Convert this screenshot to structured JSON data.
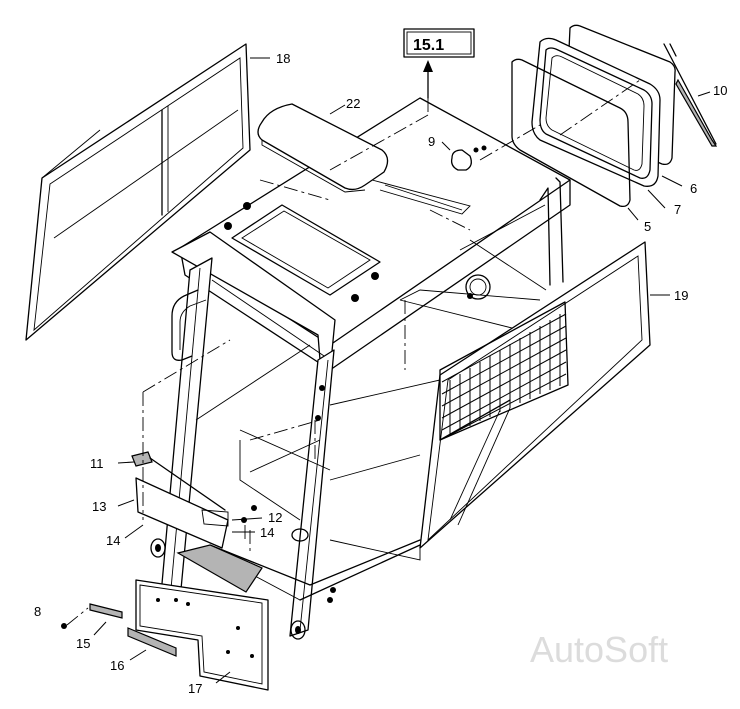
{
  "reference_box": "15.1",
  "watermark": "AutoSoft",
  "callouts": {
    "c18": "18",
    "c22": "22",
    "c9": "9",
    "c10": "10",
    "c6": "6",
    "c7": "7",
    "c5": "5",
    "c19": "19",
    "c11": "11",
    "c13": "13",
    "c12": "12",
    "c14a": "14",
    "c14b": "14",
    "c8": "8",
    "c15": "15",
    "c16": "16",
    "c17": "17"
  }
}
